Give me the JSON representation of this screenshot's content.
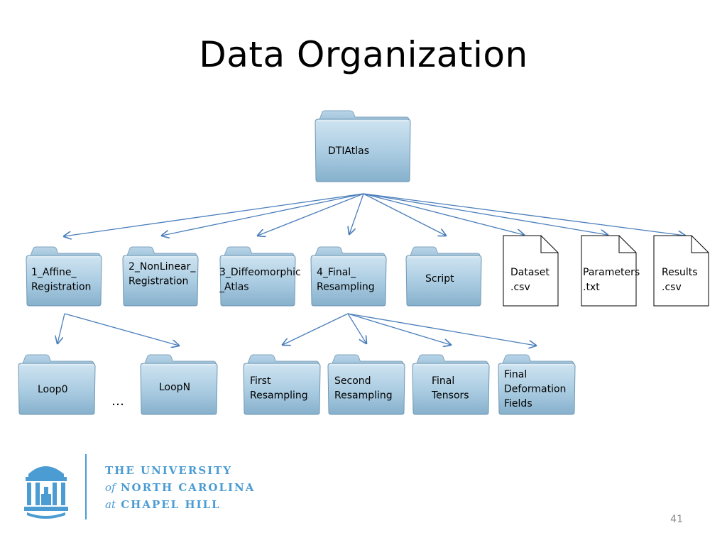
{
  "slide": {
    "title": "Data Organization",
    "page_number": "41"
  },
  "root": {
    "label": "DTIAtlas"
  },
  "level1_folders": [
    {
      "lines": [
        "1_Affine_",
        "Registration"
      ]
    },
    {
      "lines": [
        "2_NonLinear_",
        "Registration"
      ]
    },
    {
      "lines": [
        "3_Diffeomorphic",
        "_Atlas"
      ]
    },
    {
      "lines": [
        "4_Final_",
        "Resampling"
      ]
    },
    {
      "lines": [
        "Script"
      ]
    }
  ],
  "level1_files": [
    {
      "lines": [
        "Dataset",
        ".csv"
      ]
    },
    {
      "lines": [
        "Parameters",
        ".txt"
      ]
    },
    {
      "lines": [
        "Results",
        ".csv"
      ]
    }
  ],
  "affine_children": [
    {
      "lines": [
        "Loop0"
      ]
    },
    {
      "lines": [
        "LoopN"
      ]
    }
  ],
  "ellipsis": "…",
  "resampling_children": [
    {
      "lines": [
        "First",
        "Resampling"
      ]
    },
    {
      "lines": [
        "Second",
        "Resampling"
      ]
    },
    {
      "lines": [
        "Final",
        "Tensors"
      ]
    },
    {
      "lines": [
        "Final",
        "Deformation",
        "Fields"
      ]
    }
  ],
  "logo": {
    "line1": "THE UNIVERSITY",
    "line2_prefix": "of",
    "line2": "NORTH CAROLINA",
    "line3_prefix": "at",
    "line3": "CHAPEL HILL",
    "color": "#4b9cd3"
  },
  "colors": {
    "arrow": "#4a7ebb",
    "folder_light": "#c3dcec",
    "folder_dark": "#7fa9c6"
  }
}
